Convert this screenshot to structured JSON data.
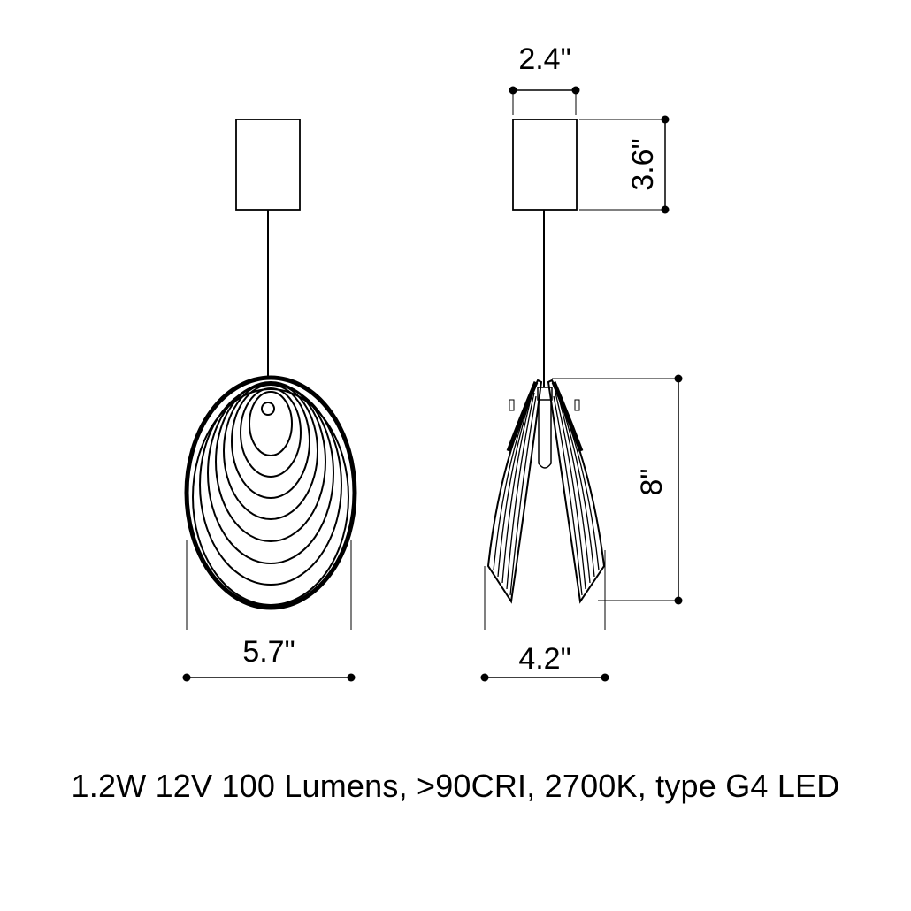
{
  "dimensions": {
    "front_width": "5.7\"",
    "canopy_width": "2.4\"",
    "canopy_height": "3.6\"",
    "shade_height": "8\"",
    "side_width": "4.2\""
  },
  "specs": "1.2W 12V 100 Lumens, >90CRI, 2700K, type G4 LED",
  "colors": {
    "line": "#000000",
    "background": "#ffffff"
  }
}
